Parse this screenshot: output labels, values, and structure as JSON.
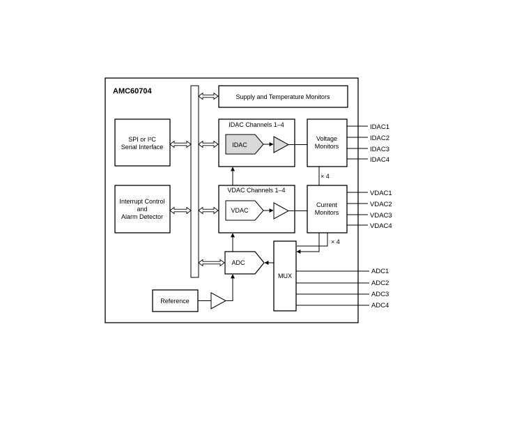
{
  "chip": {
    "name": "AMC60704"
  },
  "blocks": {
    "supply_monitors": "Supply and Temperature Monitors",
    "spi_line1": "SPI or I²C",
    "spi_line2": "Serial Interface",
    "interrupt_line1": "Interrupt Control",
    "interrupt_line2": "and",
    "interrupt_line3": "Alarm Detector",
    "idac_channels": "IDAC Channels 1–4",
    "idac": "IDAC",
    "vdac_channels": "VDAC Channels 1–4",
    "vdac": "VDAC",
    "voltage_line1": "Voltage",
    "voltage_line2": "Monitors",
    "current_line1": "Current",
    "current_line2": "Monitors",
    "adc": "ADC",
    "mux": "MUX",
    "reference": "Reference",
    "x4_top": "× 4",
    "x4_bottom": "× 4"
  },
  "pins": {
    "idac": [
      "IDAC1",
      "IDAC2",
      "IDAC3",
      "IDAC4"
    ],
    "vdac": [
      "VDAC1",
      "VDAC2",
      "VDAC3",
      "VDAC4"
    ],
    "adc": [
      "ADC1",
      "ADC2",
      "ADC3",
      "ADC4"
    ]
  },
  "colors": {
    "idac_fill": "#d9d9d9"
  }
}
